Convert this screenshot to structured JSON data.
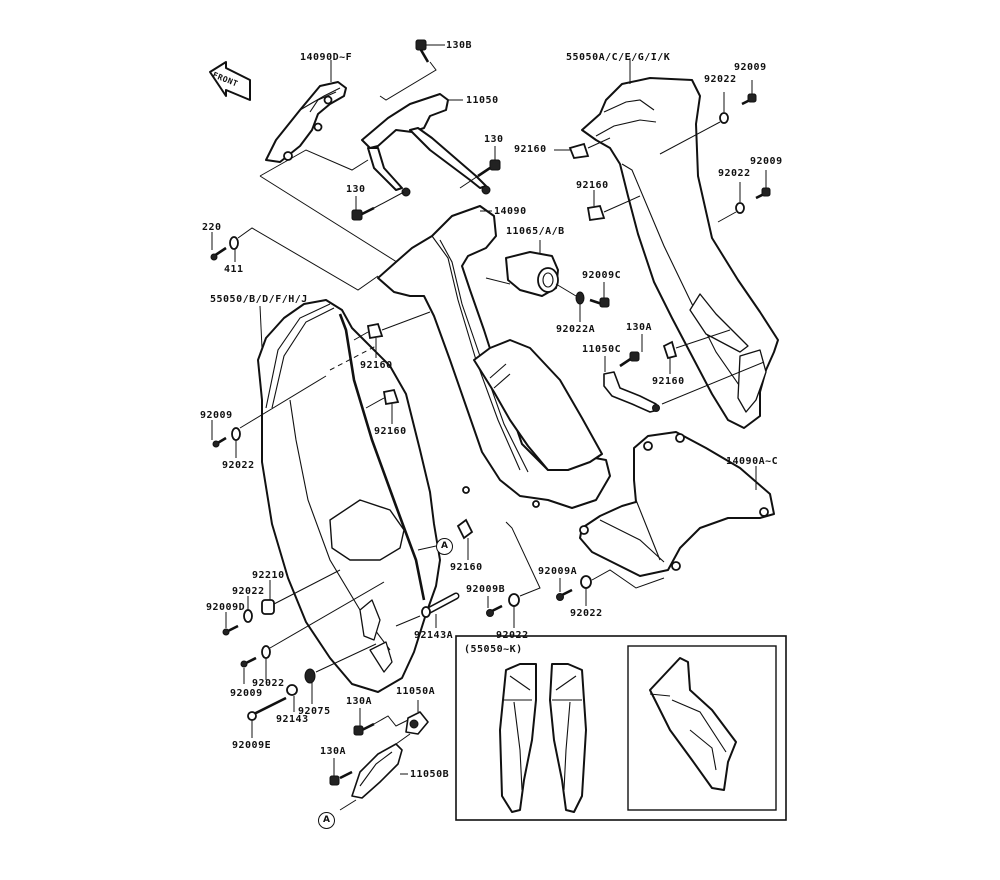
{
  "diagram": {
    "title": "Cowling parts diagram",
    "front_badge": "FRONT",
    "ref_marker": "A",
    "inset": {
      "label": "(55050~K)"
    },
    "labels": {
      "p14090D_F": "14090D~F",
      "p130B": "130B",
      "p11050": "11050",
      "p130_right": "130",
      "p130_left": "130",
      "p55050A_K": "55050A/C/E/G/I/K",
      "p92009_top": "92009",
      "p92022_top": "92022",
      "p92160_top": "92160",
      "p92009_mid": "92009",
      "p92022_mid": "92022",
      "p92160_mid_right": "92160",
      "p14090": "14090",
      "p11065": "11065/A/B",
      "p220": "220",
      "p411": "411",
      "p92009C": "92009C",
      "p92022A": "92022A",
      "p55050B_J": "55050/B/D/F/H/J",
      "p130A_mid": "130A",
      "p11050C": "11050C",
      "p92160_left1": "92160",
      "p92160_right_low": "92160",
      "p92160_left2": "92160",
      "p92009_left": "92009",
      "p92022_left": "92022",
      "p14090A_C": "14090A~C",
      "p92160_center": "92160",
      "p92210": "92210",
      "p92022_l2": "92022",
      "p92009D": "92009D",
      "p92009B": "92009B",
      "p92009A": "92009A",
      "p92022_c": "92022",
      "p92022_r": "92022",
      "p92143A": "92143A",
      "p92009_l3": "92009",
      "p92022_l3": "92022",
      "p92143": "92143",
      "p92075": "92075",
      "p130A_low1": "130A",
      "p11050A": "11050A",
      "p92009E": "92009E",
      "p130A_low2": "130A",
      "p11050B": "11050B"
    }
  }
}
